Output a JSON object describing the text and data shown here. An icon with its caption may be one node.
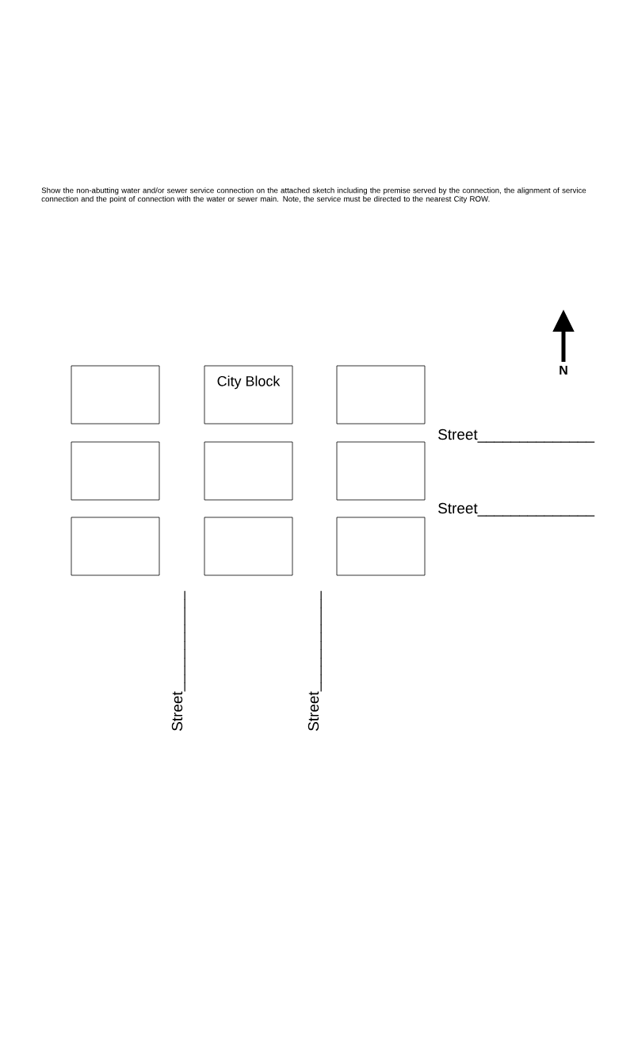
{
  "diagram": {
    "nodes": [
      {
        "text": [],
        "shape": "box"
      },
      {
        "text": [
          "City Block"
        ]
      },
      {
        "text": [],
        "shape": "box"
      },
      {
        "text": [],
        "shape": "box"
      },
      {
        "text": [],
        "shape": "box"
      },
      {
        "text": [],
        "shape": "box"
      },
      {
        "text": [],
        "shape": "box"
      },
      {
        "text": [],
        "shape": "box"
      },
      {
        "text": [],
        "shape": "box"
      }
    ],
    "labels": [
      "Show the non-abutting water and/or sewer service connection on the attached sketch including the premise served by the connection, the alignment of service connection and the point of connection with the water or sewer main.  Note, the service must be directed to the nearest City ROW.",
      "N",
      "Street______________",
      "Street______________",
      "Street____________",
      "Street____________"
    ]
  }
}
